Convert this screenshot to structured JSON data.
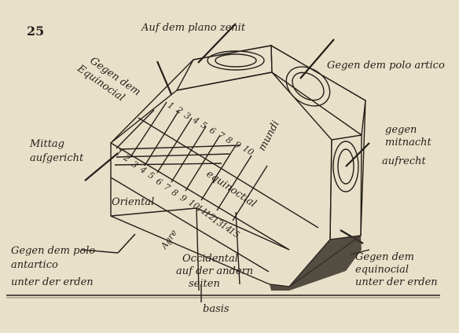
{
  "page_number": "25",
  "labels": {
    "zenith": "Auf dem plano zenit",
    "equinoctial_left_1": "Gegen dem",
    "equinoctial_left_2": "Equinocial",
    "polo_arctico": "Gegen dem polo artico",
    "mitnacht_1": "gegen",
    "mitnacht_2": "mitnacht",
    "mitnacht_3": "aufrecht",
    "mittag_1": "Mittag",
    "mittag_2": "aufgericht",
    "oriental": "Oriental",
    "equinoctial_face": "equinoctial",
    "mundi": "mundi",
    "polo_antartico_1": "Gegen dem polo",
    "polo_antartico_2": "antartico",
    "polo_antartico_3": "unter der erden",
    "occidental_1": "Occidental",
    "occidental_2": "auf der andern",
    "occidental_3": "seiten",
    "basis": "basis",
    "equinocial_under_1": "Gegen dem",
    "equinocial_under_2": "equinocial",
    "equinocial_under_3": "unter der erden",
    "small_tag": "Agre"
  },
  "hour_numbers_upper": [
    "1",
    "2",
    "3",
    "4",
    "5",
    "6",
    "7",
    "8",
    "9",
    "10"
  ],
  "hour_numbers_lower": [
    "1",
    "2",
    "3",
    "4",
    "5",
    "6",
    "7",
    "8",
    "9",
    "10",
    "11",
    "12",
    "13",
    "14",
    "15"
  ],
  "colors": {
    "paper": "#e9e0c9",
    "ink": "#231f19",
    "shade": "#3a332a"
  }
}
